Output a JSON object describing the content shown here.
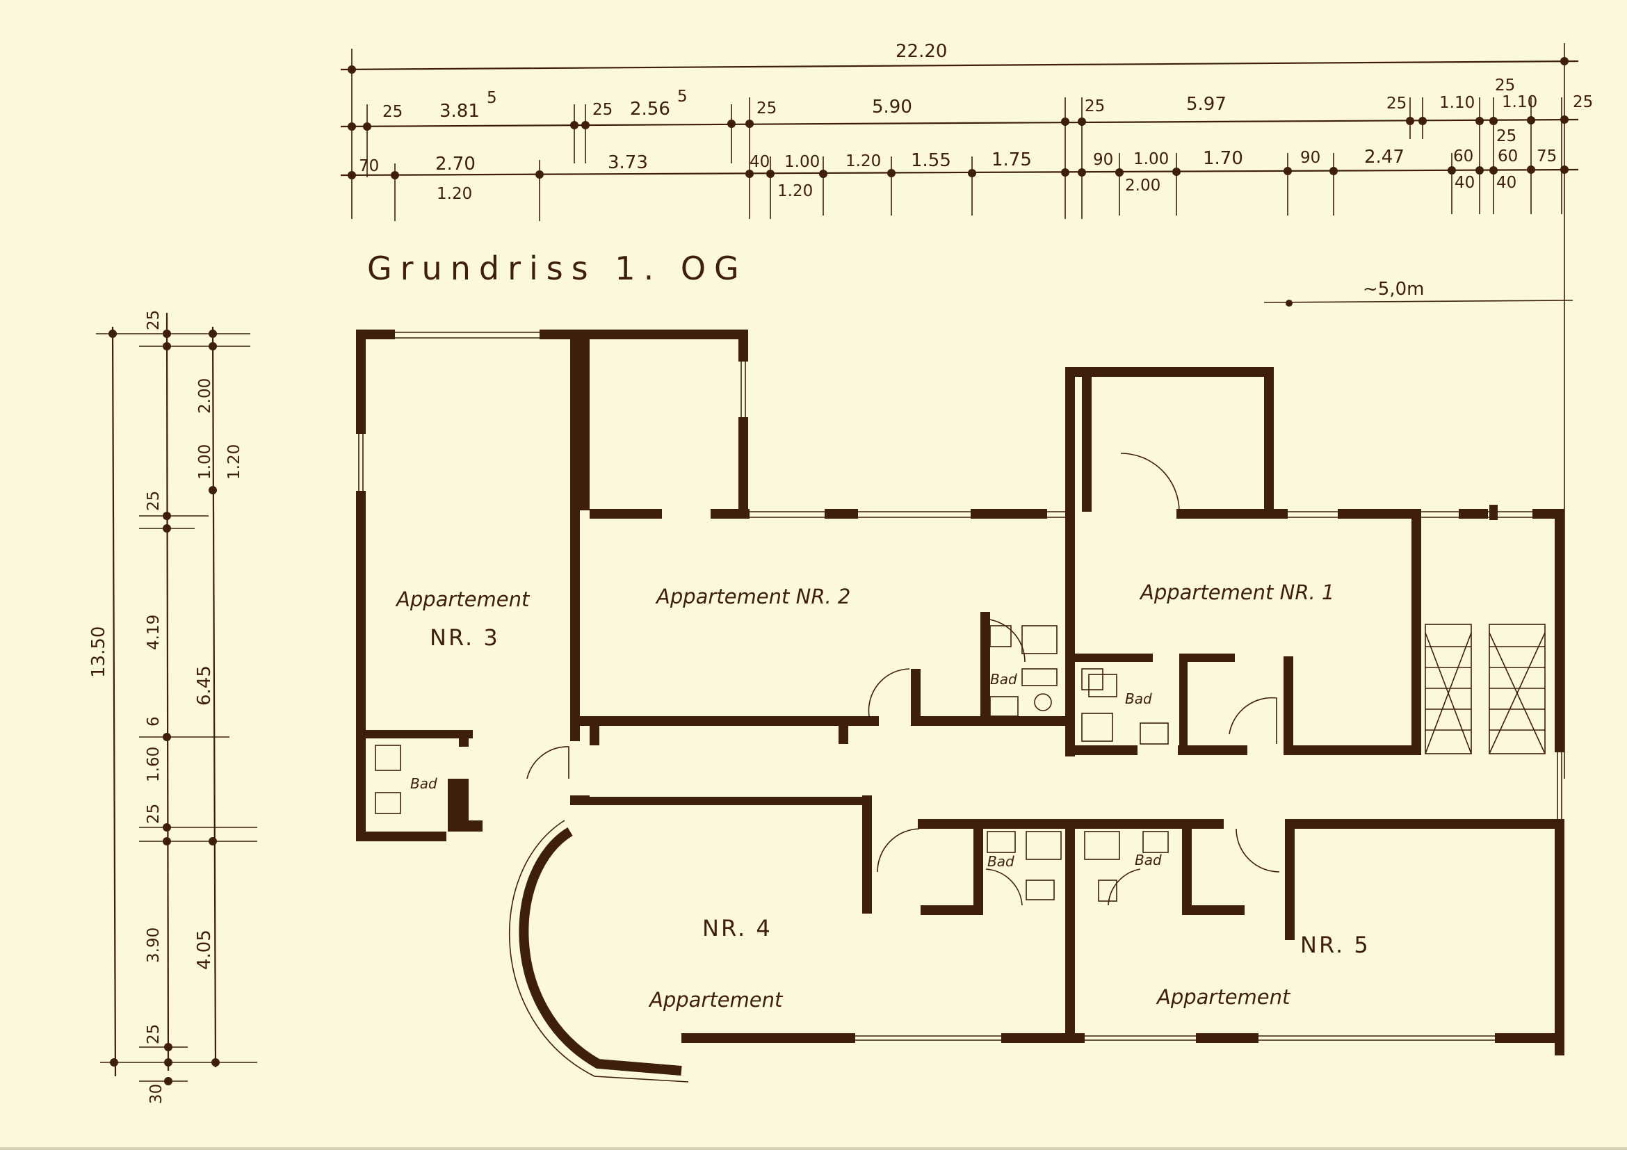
{
  "title": "Grundriss  1. OG",
  "scale_note": "~5,0m",
  "rooms": {
    "nr1": "Appartement  NR. 1",
    "nr2": "Appartement  NR. 2",
    "nr3a": "Appartement",
    "nr3b": "NR. 3",
    "nr4": "NR. 4",
    "nr4_label": "Appartement",
    "nr5": "NR. 5",
    "nr5_label": "Appartement",
    "bad": "Bad"
  },
  "top_dims": {
    "total": "22.20",
    "row1": [
      "25",
      "3.81",
      "5",
      "25",
      "2.56",
      "5",
      "25",
      "5.90",
      "25",
      "5.97",
      "25",
      "1.10",
      "25",
      "1.10",
      "25"
    ],
    "row2": [
      "70",
      "2.70",
      "3.73",
      "40",
      "1.00",
      "1.20",
      "1.55",
      "1.75",
      "90",
      "1.00",
      "1.70",
      "90",
      "2.47",
      "60",
      "25",
      "60",
      "75"
    ],
    "row3": [
      "1.20",
      "1.20",
      "2.00",
      "40",
      "40"
    ]
  },
  "left_dims": {
    "total": "13.50",
    "col1": [
      "25",
      "25",
      "4.19",
      "6",
      "1.60",
      "25",
      "3.90",
      "25",
      "30"
    ],
    "col2": [
      "2.00",
      "1.00",
      "1.20",
      "6.45",
      "4.05"
    ]
  },
  "colors": {
    "ink": "#3d1f0b",
    "paper": "#fcf8db"
  }
}
